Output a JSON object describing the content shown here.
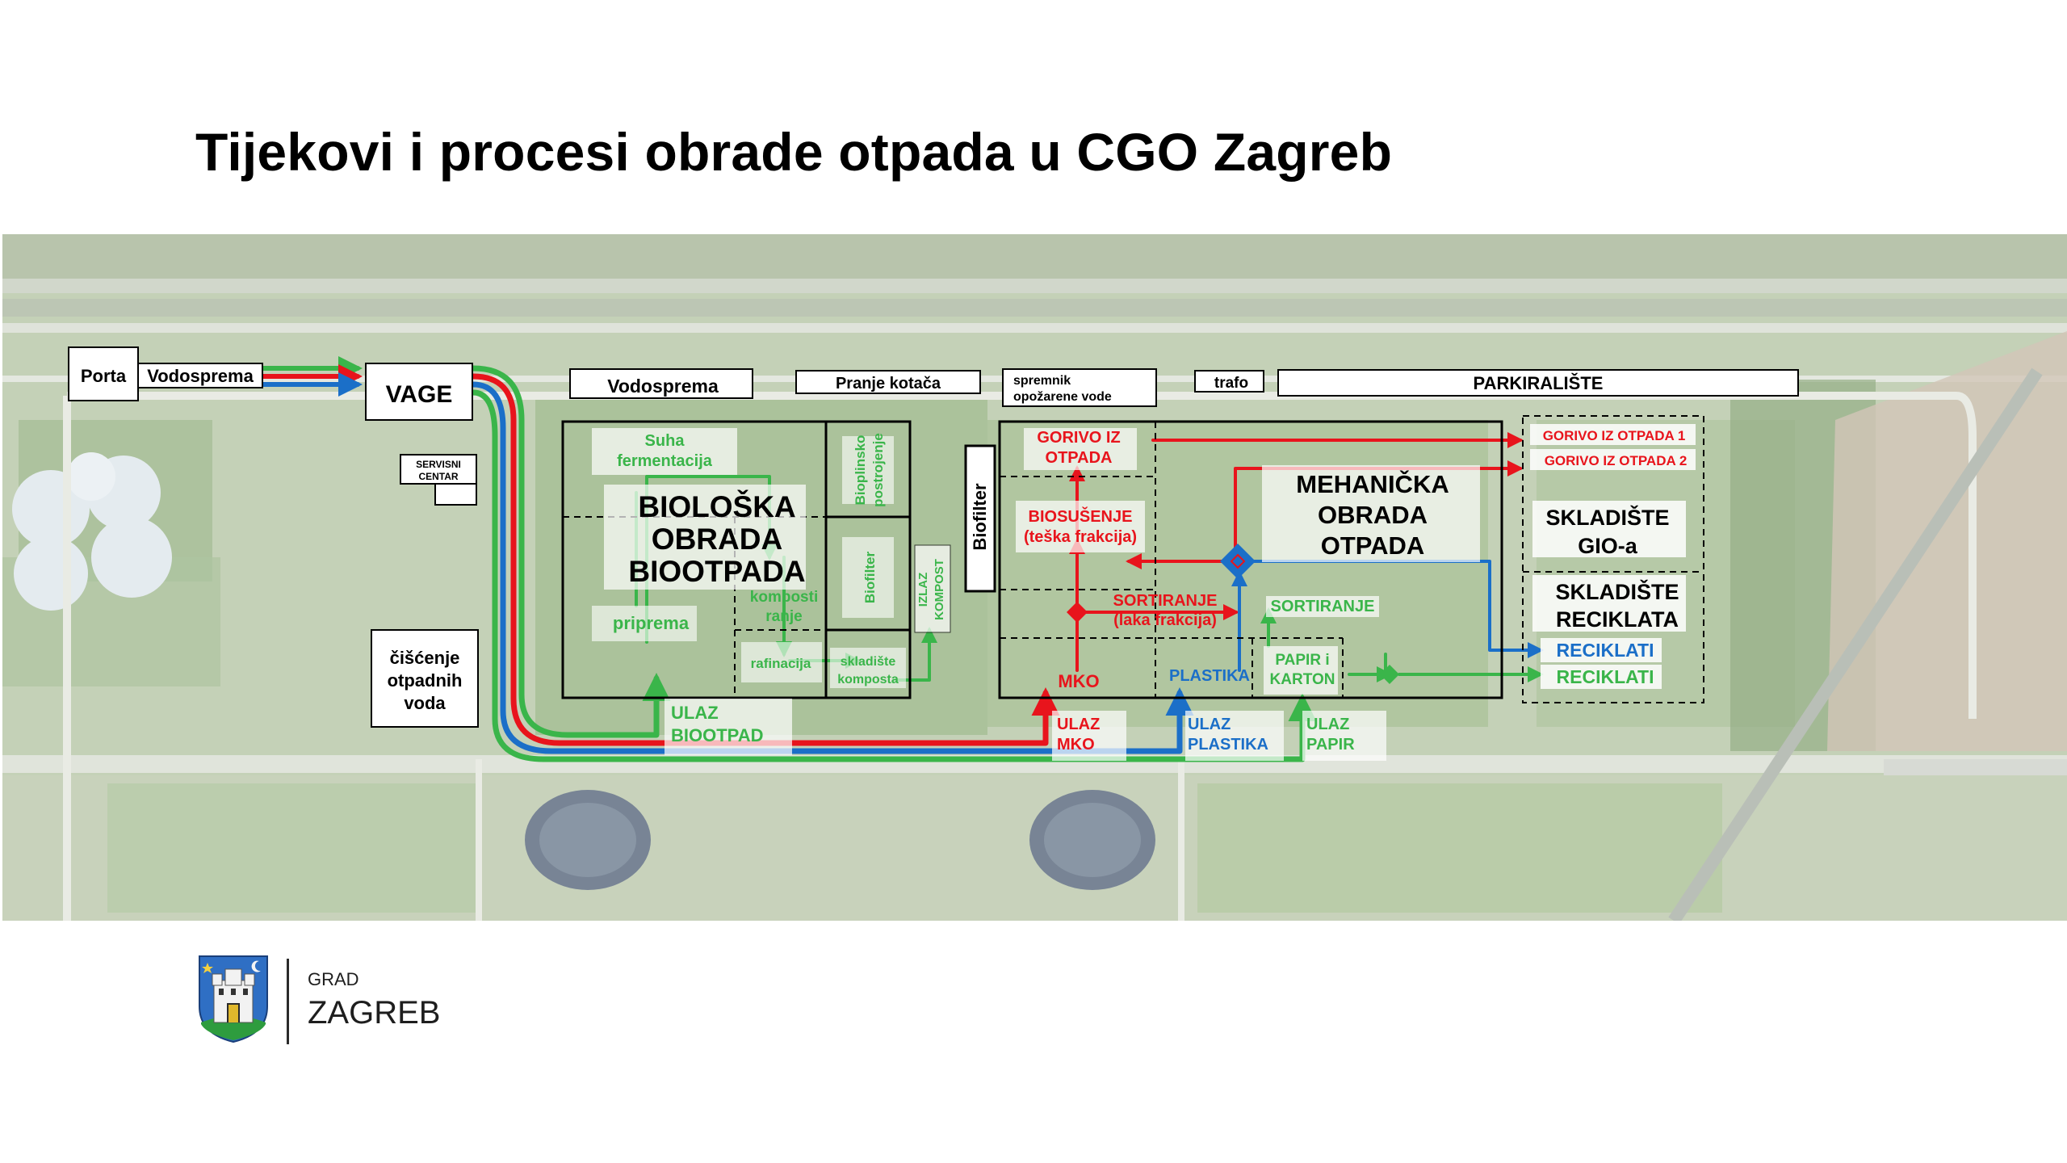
{
  "title": "Tijekovi i procesi obrade otpada u CGO Zagreb",
  "colors": {
    "red": "#e8141c",
    "green": "#3ab54a",
    "darkgreen": "#33a02c",
    "blue": "#1b6fc8",
    "black": "#000000"
  },
  "labels": {
    "porta": "Porta",
    "vodosprema1": "Vodosprema",
    "vage": "VAGE",
    "servisni1": "SERVISNI",
    "servisni2": "CENTAR",
    "ciscenje1": "čišćenje",
    "ciscenje2": "otpadnih",
    "ciscenje3": "voda",
    "vodosprema2": "Vodosprema",
    "pranje": "Pranje kotača",
    "spremnik1": "spremnik",
    "spremnik2": "opožarene vode",
    "trafo": "trafo",
    "parkiraliste": "PARKIRALIŠTE",
    "suha1": "Suha",
    "suha2": "fermentacija",
    "bio1": "BIOLOŠKA",
    "bio2": "OBRADA",
    "bio3": "BIOOTPADA",
    "bioplin1": "Bioplinsko",
    "bioplin2": "postrojenje",
    "biofilter_small": "Biofilter",
    "kompostiranje1": "komposti",
    "kompostiranje2": "ranje",
    "priprema": "priprema",
    "rafinacija": "rafinacija",
    "skladiste_k1": "skladište",
    "skladiste_k2": "komposta",
    "izlaz1": "IZLAZ",
    "izlaz2": "KOMPOST",
    "biofilter_big": "Biofilter",
    "ulaz_bio1": "ULAZ",
    "ulaz_bio2": "BIOOTPAD",
    "gorivo1": "GORIVO IZ",
    "gorivo2": "OTPADA",
    "biosusenje1": "BIOSUŠENJE",
    "biosusenje2": "(teška frakcija)",
    "sortiranje_r1": "SORTIRANJE",
    "sortiranje_r2": "(laka frakcija)",
    "mko": "MKO",
    "plastika": "PLASTIKA",
    "papir1": "PAPIR i",
    "papir2": "KARTON",
    "sortiranje_g": "SORTIRANJE",
    "meh1": "MEHANIČKA",
    "meh2": "OBRADA",
    "meh3": "OTPADA",
    "gorivo_otp1": "GORIVO IZ OTPADA 1",
    "gorivo_otp2": "GORIVO IZ OTPADA 2",
    "gio1": "SKLADIŠTE",
    "gio2": "GIO-a",
    "skl_rec1": "SKLADIŠTE",
    "skl_rec2": "RECIKLATA",
    "reciklati_blue": "RECIKLATI",
    "reciklati_green": "RECIKLATI",
    "ulaz_mko1": "ULAZ",
    "ulaz_mko2": "MKO",
    "ulaz_pl1": "ULAZ",
    "ulaz_pl2": "PLASTIKA",
    "ulaz_pa1": "ULAZ",
    "ulaz_pa2": "PAPIR"
  },
  "logo": {
    "line1": "GRAD",
    "line2": "ZAGREB"
  }
}
